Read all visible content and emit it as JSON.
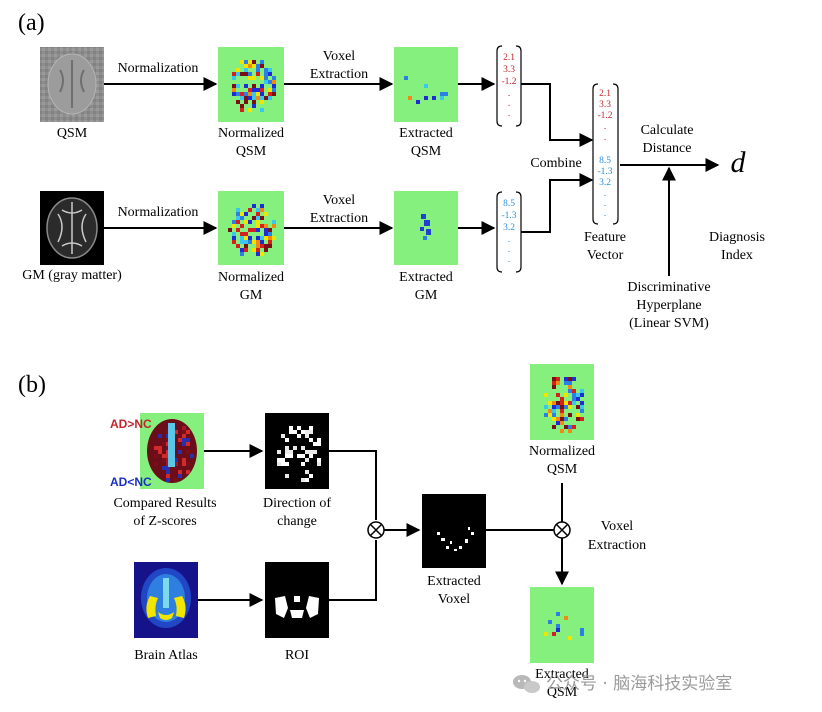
{
  "panel_a": {
    "label": "(a)",
    "qsm_label": "QSM",
    "gm_label": "GM (gray matter)",
    "normalization_1": "Normalization",
    "normalization_2": "Normalization",
    "voxel_extraction_1": [
      "Voxel",
      "Extraction"
    ],
    "voxel_extraction_2": [
      "Voxel",
      "Extraction"
    ],
    "normalized_qsm": [
      "Normalized",
      "QSM"
    ],
    "normalized_gm": [
      "Normalized",
      "GM"
    ],
    "extracted_qsm": [
      "Extracted",
      "QSM"
    ],
    "extracted_gm": [
      "Extracted",
      "GM"
    ],
    "vector_qsm": [
      "2.1",
      "3.3",
      "-1.2",
      ".",
      ".",
      "."
    ],
    "vector_gm": [
      "8.5",
      "-1.3",
      "3.2",
      ".",
      ".",
      "."
    ],
    "feature_vector_red": [
      "2.1",
      "3.3",
      "-1.2",
      ".",
      "."
    ],
    "feature_vector_blue": [
      "8.5",
      "-1.3",
      "3.2",
      ".",
      ".",
      "."
    ],
    "combine": "Combine",
    "feature_vector": [
      "Feature",
      "Vector"
    ],
    "calculate_distance": [
      "Calculate",
      "Distance"
    ],
    "d_symbol": "d",
    "diagnosis_index": [
      "Diagnosis",
      "Index"
    ],
    "hyperplane": [
      "Discriminative",
      "Hyperplane",
      "(Linear SVM)"
    ]
  },
  "panel_b": {
    "label": "(b)",
    "ad_gt_nc": "AD>NC",
    "ad_lt_nc": "AD<NC",
    "compared_results": [
      "Compared Results",
      "of Z-scores"
    ],
    "direction_of_change": [
      "Direction of",
      "change"
    ],
    "brain_atlas": "Brain Atlas",
    "roi": "ROI",
    "extracted_voxel": [
      "Extracted",
      "Voxel"
    ],
    "normalized_qsm": [
      "Normalized",
      "QSM"
    ],
    "voxel_extraction": [
      "Voxel",
      "Extraction"
    ],
    "extracted_qsm": [
      "Extracted",
      "QSM"
    ]
  },
  "watermark": "公众号 · 脑海科技实验室",
  "colors": {
    "map_green": "#86f07e",
    "vector_red": "#c0262d",
    "vector_blue": "#2a8fd6",
    "atlas_navy": "#16138a"
  }
}
